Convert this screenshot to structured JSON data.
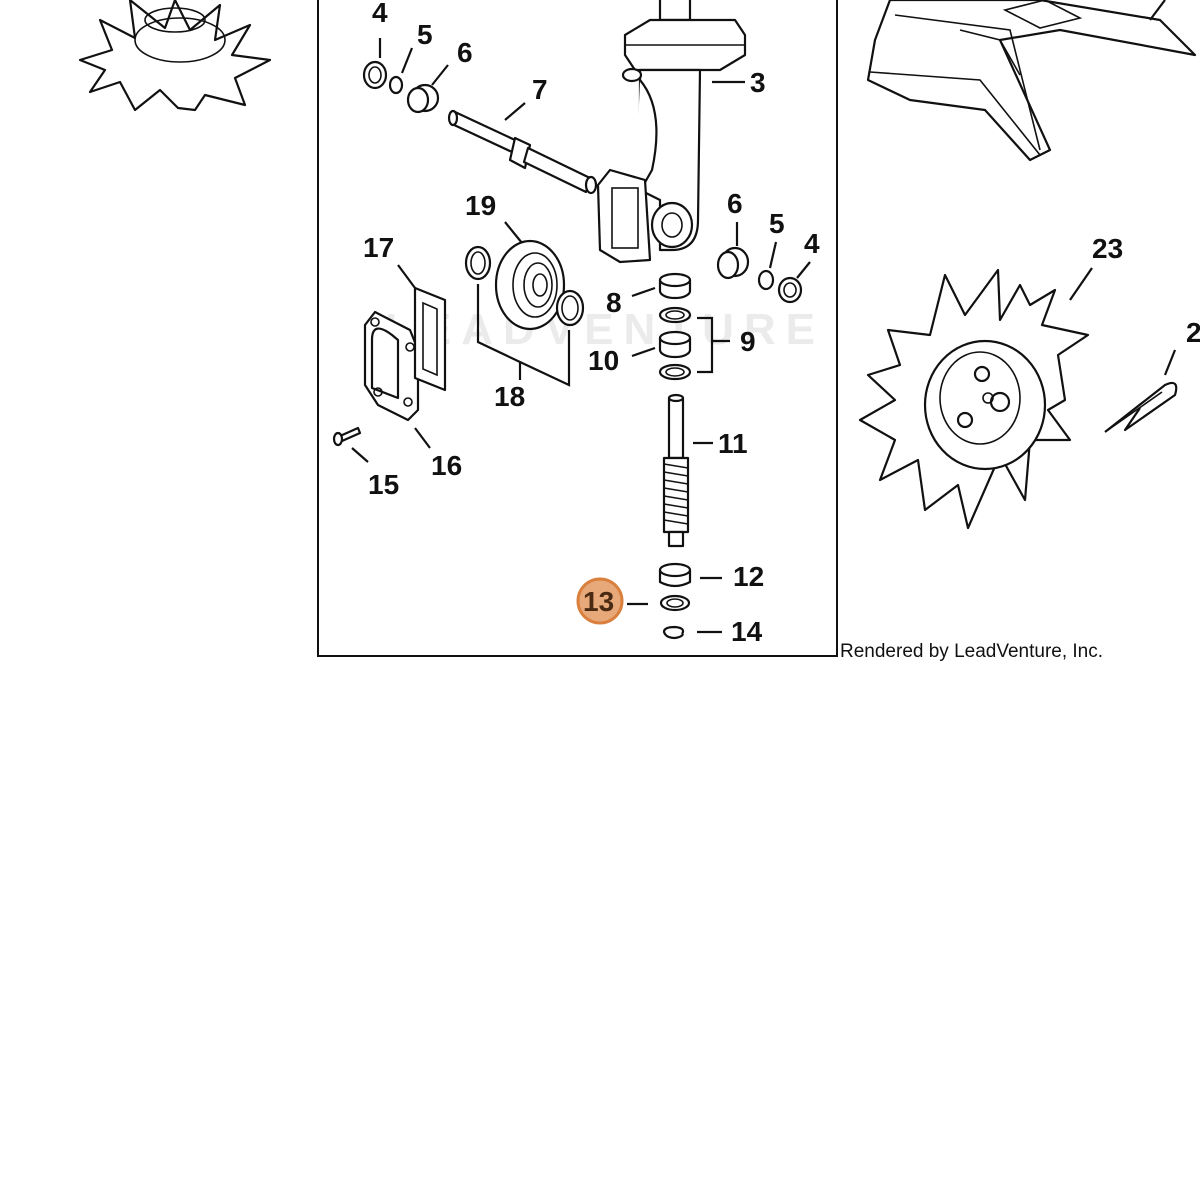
{
  "diagram": {
    "watermark_text": "LEADVENTURE",
    "credit_text": "Rendered by LeadVenture, Inc.",
    "highlight_color": "#e8a97a",
    "callouts": {
      "c4_top": "4",
      "c5_top": "5",
      "c6_top": "6",
      "c7": "7",
      "c3": "3",
      "c19": "19",
      "c17": "17",
      "c6_right": "6",
      "c5_right": "5",
      "c4_right": "4",
      "c8": "8",
      "c9": "9",
      "c10": "10",
      "c18": "18",
      "c11": "11",
      "c16": "16",
      "c15": "15",
      "c12": "12",
      "c13": "13",
      "c14": "14",
      "c23": "23",
      "c2_partial": "2"
    }
  }
}
